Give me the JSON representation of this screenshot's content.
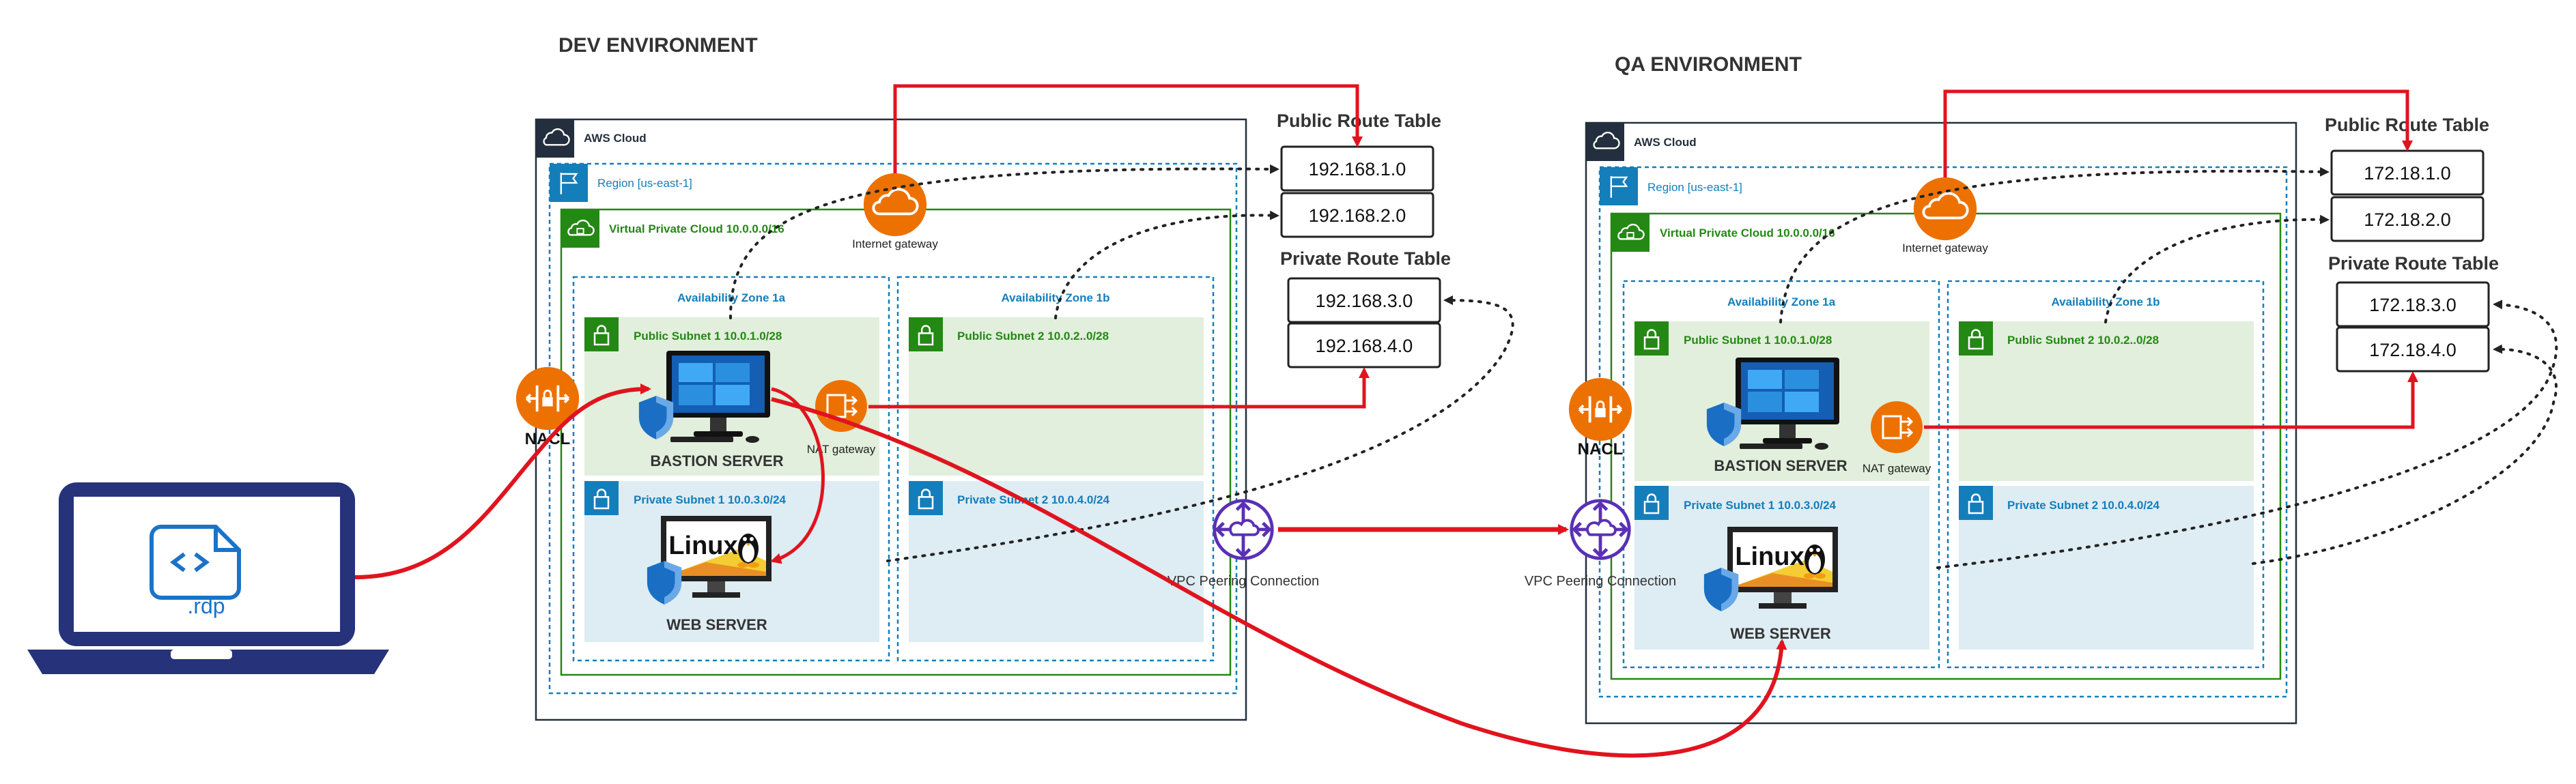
{
  "dev": {
    "title": "DEV ENVIRONMENT",
    "aws_cloud": "AWS Cloud",
    "region": "Region [us-east-1]",
    "vpc": "Virtual Private Cloud 10.0.0.0/16",
    "internet_gateway": "Internet gateway",
    "az1": "Availability Zone 1a",
    "az2": "Availability Zone 1b",
    "public_subnet_1": "Public Subnet 1 10.0.1.0/28",
    "public_subnet_2": "Public Subnet 2 10.0.2..0/28",
    "private_subnet_1": "Private Subnet 1 10.0.3.0/24",
    "private_subnet_2": "Private Subnet 2 10.0.4.0/24",
    "nat_gateway": "NAT gateway",
    "nacl": "NACL",
    "bastion": "BASTION SERVER",
    "web": "WEB SERVER",
    "linux": "Linux",
    "vpc_peering": "VPC Peering Connection",
    "public_route_table": {
      "title": "Public Route Table",
      "entries": [
        "192.168.1.0",
        "192.168.2.0"
      ]
    },
    "private_route_table": {
      "title": "Private Route Table",
      "entries": [
        "192.168.3.0",
        "192.168.4.0"
      ]
    }
  },
  "qa": {
    "title": "QA ENVIRONMENT",
    "aws_cloud": "AWS Cloud",
    "region": "Region [us-east-1]",
    "vpc": "Virtual Private Cloud 10.0.0.0/16",
    "internet_gateway": "Internet gateway",
    "az1": "Availability Zone 1a",
    "az2": "Availability Zone 1b",
    "public_subnet_1": "Public Subnet 1 10.0.1.0/28",
    "public_subnet_2": "Public Subnet 2 10.0.2..0/28",
    "private_subnet_1": "Private Subnet 1 10.0.3.0/24",
    "private_subnet_2": "Private Subnet 2 10.0.4.0/24",
    "nat_gateway": "NAT gateway",
    "nacl": "NACL",
    "bastion": "BASTION SERVER",
    "web": "WEB SERVER",
    "linux": "Linux",
    "vpc_peering": "VPC Peering Connection",
    "public_route_table": {
      "title": "Public Route Table",
      "entries": [
        "172.18.1.0",
        "172.18.2.0"
      ]
    },
    "private_route_table": {
      "title": "Private Route Table",
      "entries": [
        "172.18.3.0",
        "172.18.4.0"
      ]
    }
  },
  "laptop": {
    "file_label": ".rdp"
  },
  "colors": {
    "accent_red": "#e0141e",
    "aws_orange": "#ed7100",
    "vpc_green": "#248814",
    "region_blue": "#147eba",
    "peering_purple": "#5a30b5",
    "laptop_navy": "#26337a"
  }
}
